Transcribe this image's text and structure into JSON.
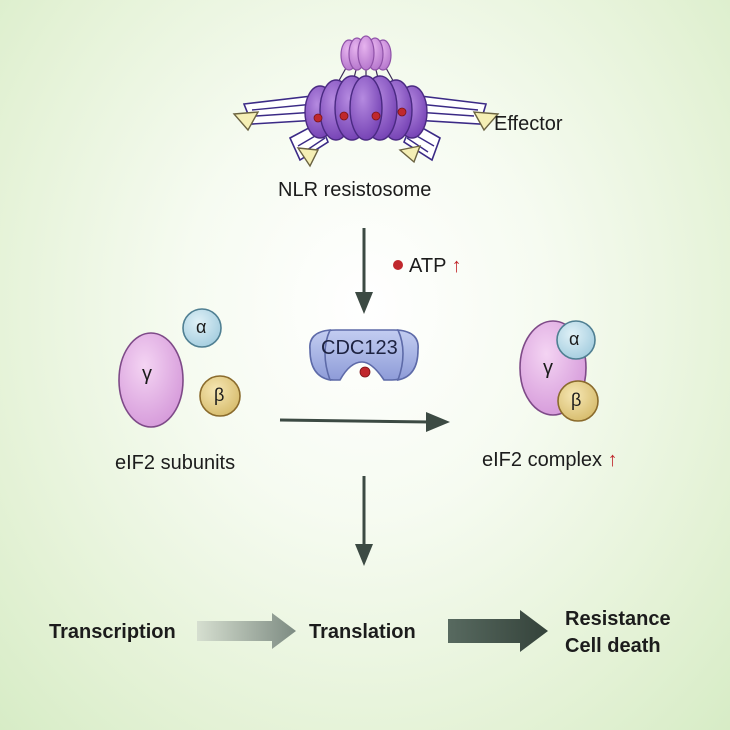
{
  "labels": {
    "effector": "Effector",
    "resistosome": "NLR resistosome",
    "atp": "ATP",
    "cdc123": "CDC123",
    "subunits": "eIF2 subunits",
    "complex": "eIF2 complex",
    "gamma": "γ",
    "alpha": "α",
    "beta": "β",
    "up_arrow": "↑",
    "transcription": "Transcription",
    "translation": "Translation",
    "outcome_1": "Resistance",
    "outcome_2": "Cell death"
  },
  "colors": {
    "nlr_purple": "#8a55c7",
    "nlr_head": "#c98ad8",
    "effector_yellow": "#f5efb5",
    "cdc123_blue": "#a9b6e6",
    "gamma_pink": "#e7b6e6",
    "alpha_blue": "#bfe0ec",
    "beta_tan": "#e8d28c",
    "atp_red": "#c0282d",
    "arrow_gray": "#3c4a43"
  }
}
